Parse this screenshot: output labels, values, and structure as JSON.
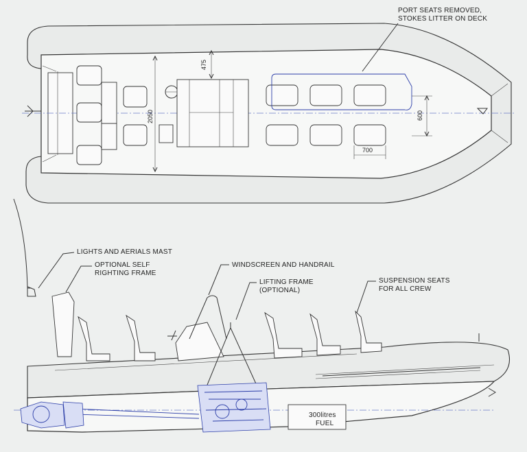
{
  "plan_view": {
    "callout_port_seats_line1": "PORT SEATS REMOVED,",
    "callout_port_seats_line2": "STOKES LITTER ON DECK",
    "dim_475": "475",
    "dim_2050": "2050",
    "dim_600": "600",
    "dim_700": "700"
  },
  "profile_view": {
    "callout_mast": "LIGHTS AND AERIALS MAST",
    "callout_frame_line1": "OPTIONAL SELF",
    "callout_frame_line2": "RIGHTING FRAME",
    "callout_windscreen": "WINDSCREEN AND HANDRAIL",
    "callout_lifting_line1": "LIFTING FRAME",
    "callout_lifting_line2": "(OPTIONAL)",
    "callout_suspension_line1": "SUSPENSION SEATS",
    "callout_suspension_line2": "FOR ALL CREW",
    "fuel_line1": "300litres",
    "fuel_line2": "FUEL"
  },
  "colors": {
    "background": "#eef0ef",
    "line": "#333333",
    "engine_blue": "#2b3da8"
  }
}
